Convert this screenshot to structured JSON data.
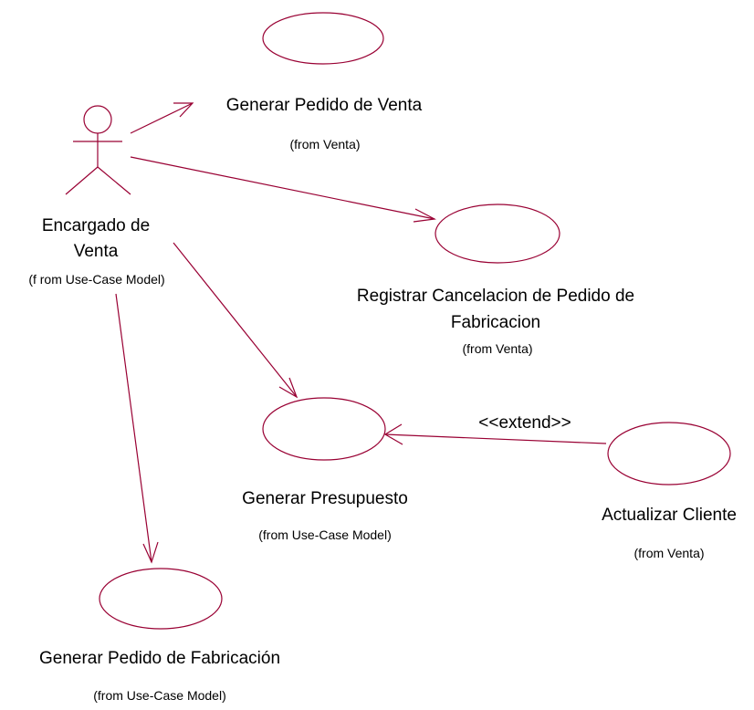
{
  "colors": {
    "line": "#990033",
    "text": "#000000",
    "background": "#ffffff"
  },
  "actor": {
    "name_line1": "Encargado de",
    "name_line2": "Venta",
    "package": "(f rom Use-Case Model)"
  },
  "use_cases": {
    "generar_pedido_venta": {
      "name": "Generar Pedido de Venta",
      "package": "(from Venta)"
    },
    "registrar_cancelacion": {
      "name_line1": "Registrar Cancelacion de Pedido de",
      "name_line2": "Fabricacion",
      "package": "(from Venta)"
    },
    "generar_presupuesto": {
      "name": "Generar Presupuesto",
      "package": "(from Use-Case Model)"
    },
    "actualizar_cliente": {
      "name": "Actualizar Cliente",
      "package": "(from Venta)"
    },
    "generar_pedido_fabricacion": {
      "name": "Generar Pedido de Fabricación",
      "package": "(from Use-Case Model)"
    }
  },
  "relationships": {
    "extend_label": "<<extend>>"
  }
}
